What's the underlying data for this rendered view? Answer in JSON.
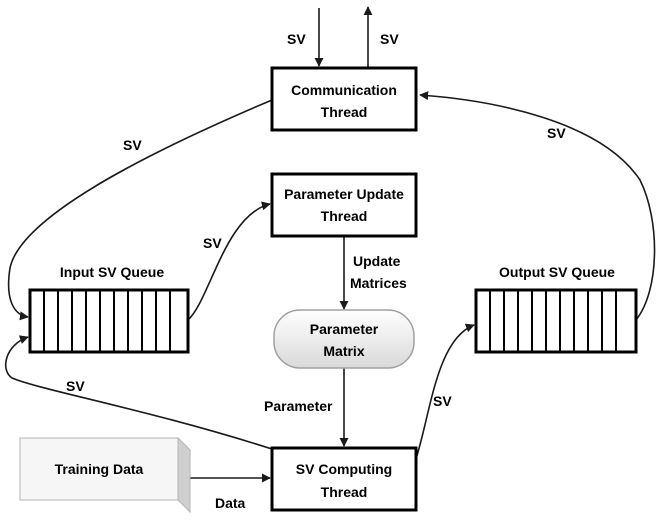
{
  "nodes": {
    "communication_thread": {
      "line1": "Communication",
      "line2": "Thread"
    },
    "parameter_update_thread": {
      "line1": "Parameter Update",
      "line2": "Thread"
    },
    "parameter_matrix": {
      "line1": "Parameter",
      "line2": "Matrix"
    },
    "sv_computing_thread": {
      "line1": "SV Computing",
      "line2": "Thread"
    },
    "training_data": {
      "label": "Training Data"
    },
    "input_sv_queue": {
      "label": "Input SV Queue"
    },
    "output_sv_queue": {
      "label": "Output SV Queue"
    }
  },
  "edge_labels": {
    "sv_in_top": "SV",
    "sv_out_top": "SV",
    "sv_comm_to_input": "SV",
    "sv_output_to_comm": "SV",
    "sv_input_to_update": "SV",
    "update_matrices_1": "Update",
    "update_matrices_2": "Matrices",
    "parameter": "Parameter",
    "sv_compute_to_input": "SV",
    "sv_compute_to_output": "SV",
    "data": "Data"
  }
}
